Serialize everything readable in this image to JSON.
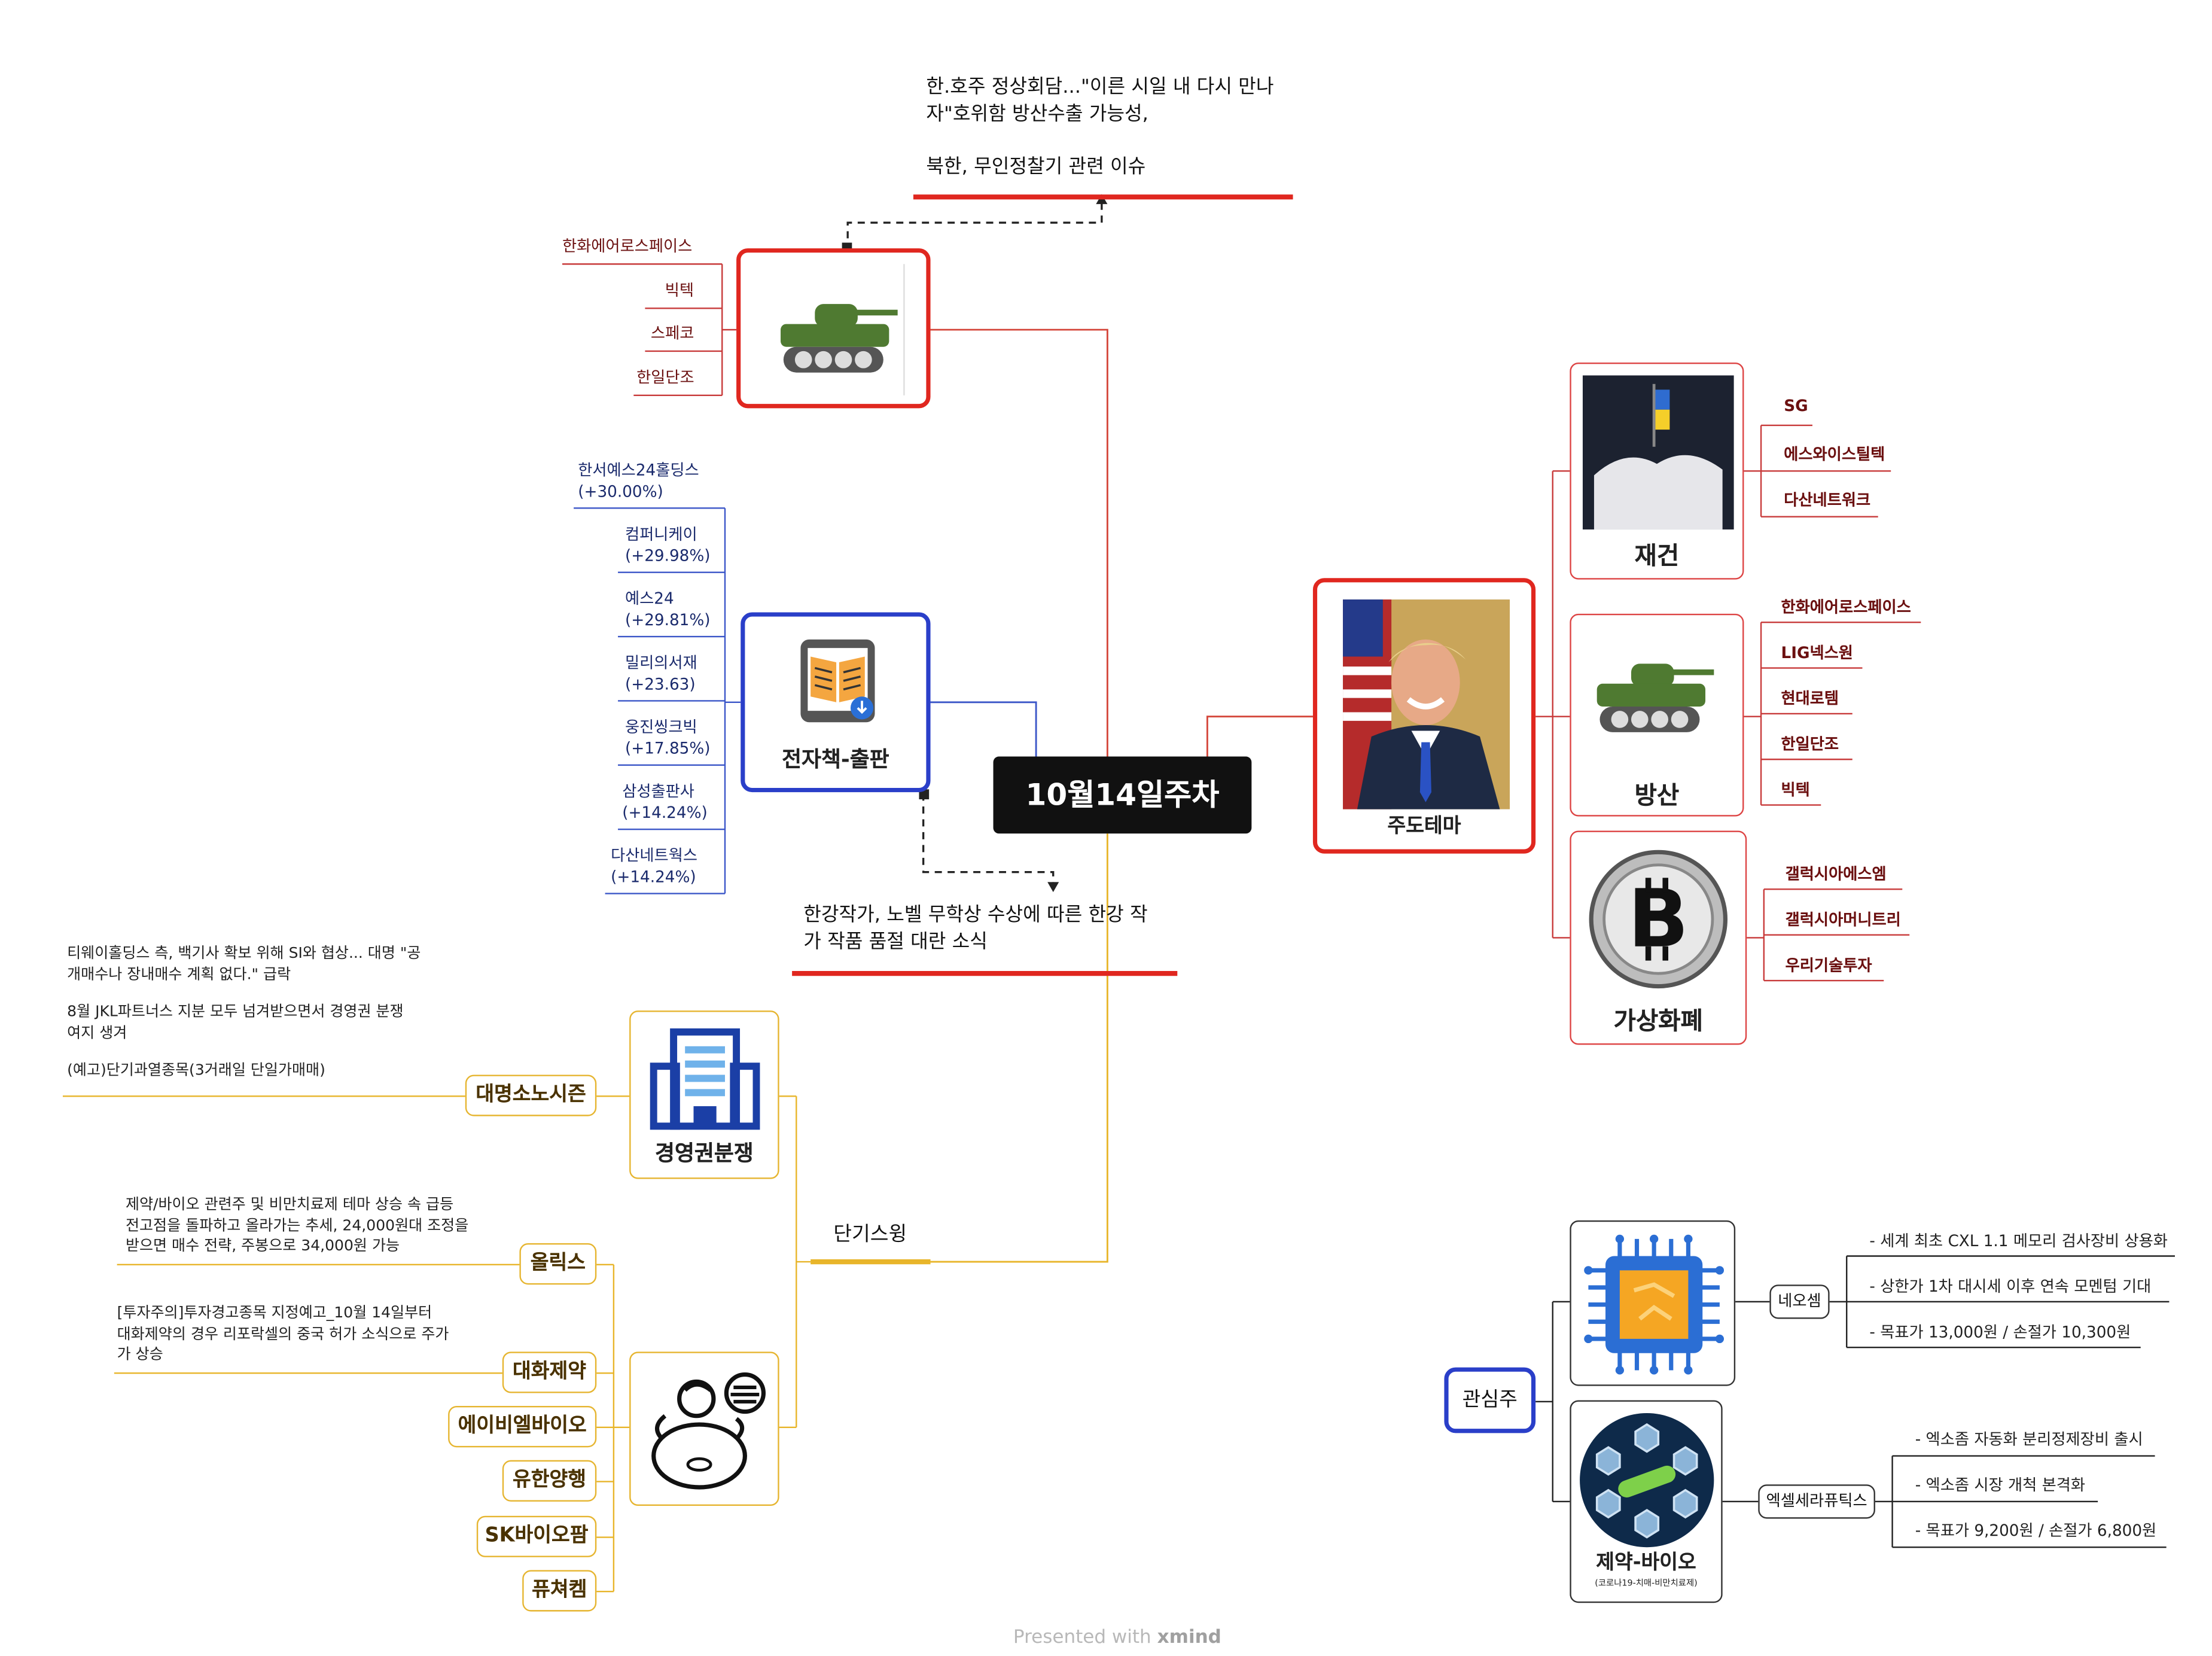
{
  "center": {
    "title": "10월14일주차"
  },
  "top_note": {
    "line1": "한.호주 정상회담...\"이른 시일 내 다시 만나",
    "line2": "자\"호위함 방산수출 가능성,",
    "line3": "북한, 무인정찰기 관련 이슈"
  },
  "defense_left": {
    "stocks": [
      "한화에어로스페이스",
      "빅텍",
      "스페코",
      "한일단조"
    ]
  },
  "ebook": {
    "caption": "전자책-출판",
    "stocks": [
      {
        "name": "한서예스24홀딩스",
        "change": "(+30.00%)"
      },
      {
        "name": "컴퍼니케이",
        "change": "(+29.98%)"
      },
      {
        "name": "예스24",
        "change": "(+29.81%)"
      },
      {
        "name": "밀리의서재",
        "change": "(+23.63)"
      },
      {
        "name": "웅진씽크빅",
        "change": "(+17.85%)"
      },
      {
        "name": "삼성출판사",
        "change": "(+14.24%)"
      },
      {
        "name": "다산네트웍스",
        "change": "(+14.24%)"
      }
    ],
    "note_line1": "한강작가, 노벨 무학상 수상에 따른 한강 작",
    "note_line2": "가 작품 품절 대란 소식"
  },
  "main_theme": {
    "caption": "주도테마",
    "branches": [
      {
        "caption": "재건",
        "stocks": [
          "SG",
          "에스와이스틸텍",
          "다산네트워크"
        ]
      },
      {
        "caption": "방산",
        "stocks": [
          "한화에어로스페이스",
          "LIG넥스원",
          "현대로템",
          "한일단조",
          "빅텍"
        ]
      },
      {
        "caption": "가상화폐",
        "stocks": [
          "갤럭시아에스엠",
          "갤럭시아머니트리",
          "우리기술투자"
        ]
      }
    ]
  },
  "short_swing": {
    "label": "단기스윙",
    "mgmt": {
      "caption": "경영권분쟁",
      "stock": "대명소노시즌",
      "note_line1": "티웨이홀딩스 측, 백기사 확보 위해 SI와 협상... 대명 \"공",
      "note_line2": "개매수나 장내매수 계획 없다.\" 급락",
      "note_line3": "8월 JKL파트너스 지분 모두 넘겨받으면서 경영권 분쟁",
      "note_line4": "여지 생겨",
      "note_line5": "(예고)단기과열종목(3거래일 단일가매매)"
    },
    "obesity": {
      "stocks": [
        "올릭스",
        "대화제약",
        "에이비엘바이오",
        "유한양행",
        "SK바이오팜",
        "퓨쳐켐"
      ],
      "olix_note": [
        "제약/바이오 관련주 및 비만치료제 테마 상승 속 급등",
        "전고점을 돌파하고 올라가는 추세, 24,000원대 조정을",
        "받으면 매수 전략, 주봉으로 34,000원 가능"
      ],
      "daehwa_note": [
        "[투자주의]투자경고종목 지정예고_10월 14일부터",
        "대화제약의 경우 리포락셀의 중국 허가 소식으로 주가",
        "가 상승"
      ]
    }
  },
  "watch": {
    "label": "관심주",
    "neosem": {
      "name": "네오셈",
      "bullets": [
        "- 세계 최초 CXL 1.1 메모리 검사장비 상용화",
        "- 상한가 1차 대시세 이후 연속 모멘텀 기대",
        "- 목표가 13,000원 / 손절가 10,300원"
      ]
    },
    "exo": {
      "caption": "제약-바이오",
      "sub": "(코로나19-치매-비만치료제)",
      "name": "엑셀세라퓨틱스",
      "bullets": [
        "- 엑소좀 자동화 분리정제장비 출시",
        "- 엑소좀 시장 개척 본격화",
        "- 목표가 9,200원 / 손절가 6,800원"
      ]
    }
  },
  "watermark": {
    "text": "Presented with",
    "brand": "xmind"
  },
  "colors": {
    "red": "#e0271f",
    "blue": "#2a3fc9",
    "yellow": "#e8b52a",
    "wire_red": "#c83a3a",
    "wire_blue": "#3b56c8"
  },
  "icons": [
    "tank-icon",
    "ebook-icon",
    "building-icon",
    "obesity-icon",
    "trump-photo",
    "ukraine-map-icon",
    "bitcoin-icon",
    "chip-icon",
    "bio-molecule-icon"
  ]
}
